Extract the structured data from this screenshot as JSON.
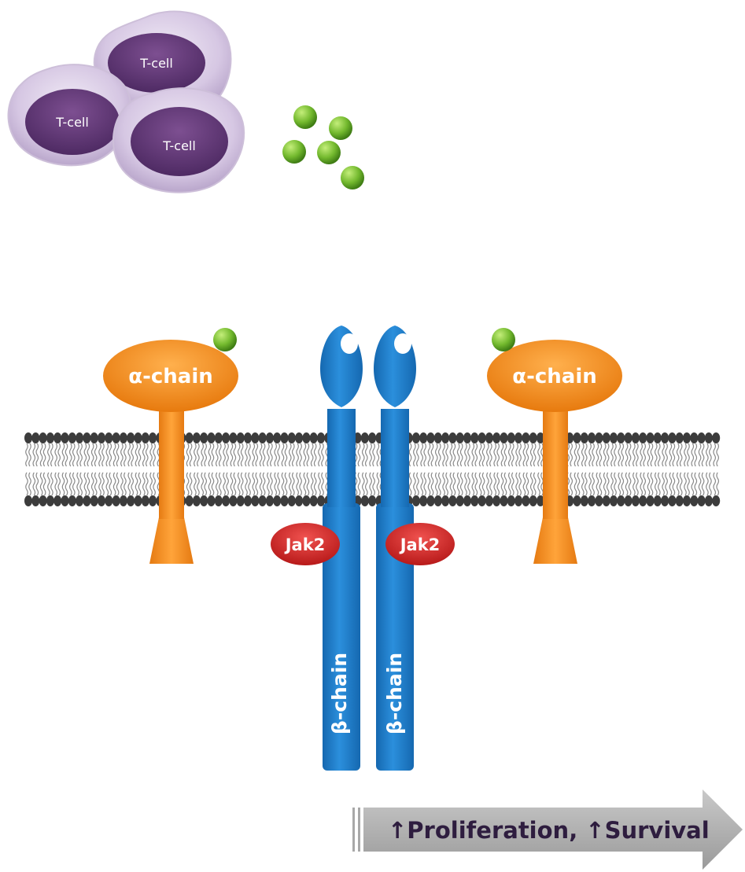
{
  "cells": {
    "label": "T-cell",
    "count": 3
  },
  "cytokine": {
    "free_count": 5,
    "color": "#6cb52b"
  },
  "receptors": {
    "alpha_label": "α-chain",
    "beta_label": "β-chain",
    "kinase_label": "Jak2",
    "alpha_color": "#f28a1a",
    "beta_color": "#1f7fcc",
    "kinase_color": "#d92b2b"
  },
  "membrane": {
    "head_color": "#3c3c3c"
  },
  "outcome": {
    "text": "↑Proliferation, ↑Survival",
    "color": "#a8a8a8"
  }
}
